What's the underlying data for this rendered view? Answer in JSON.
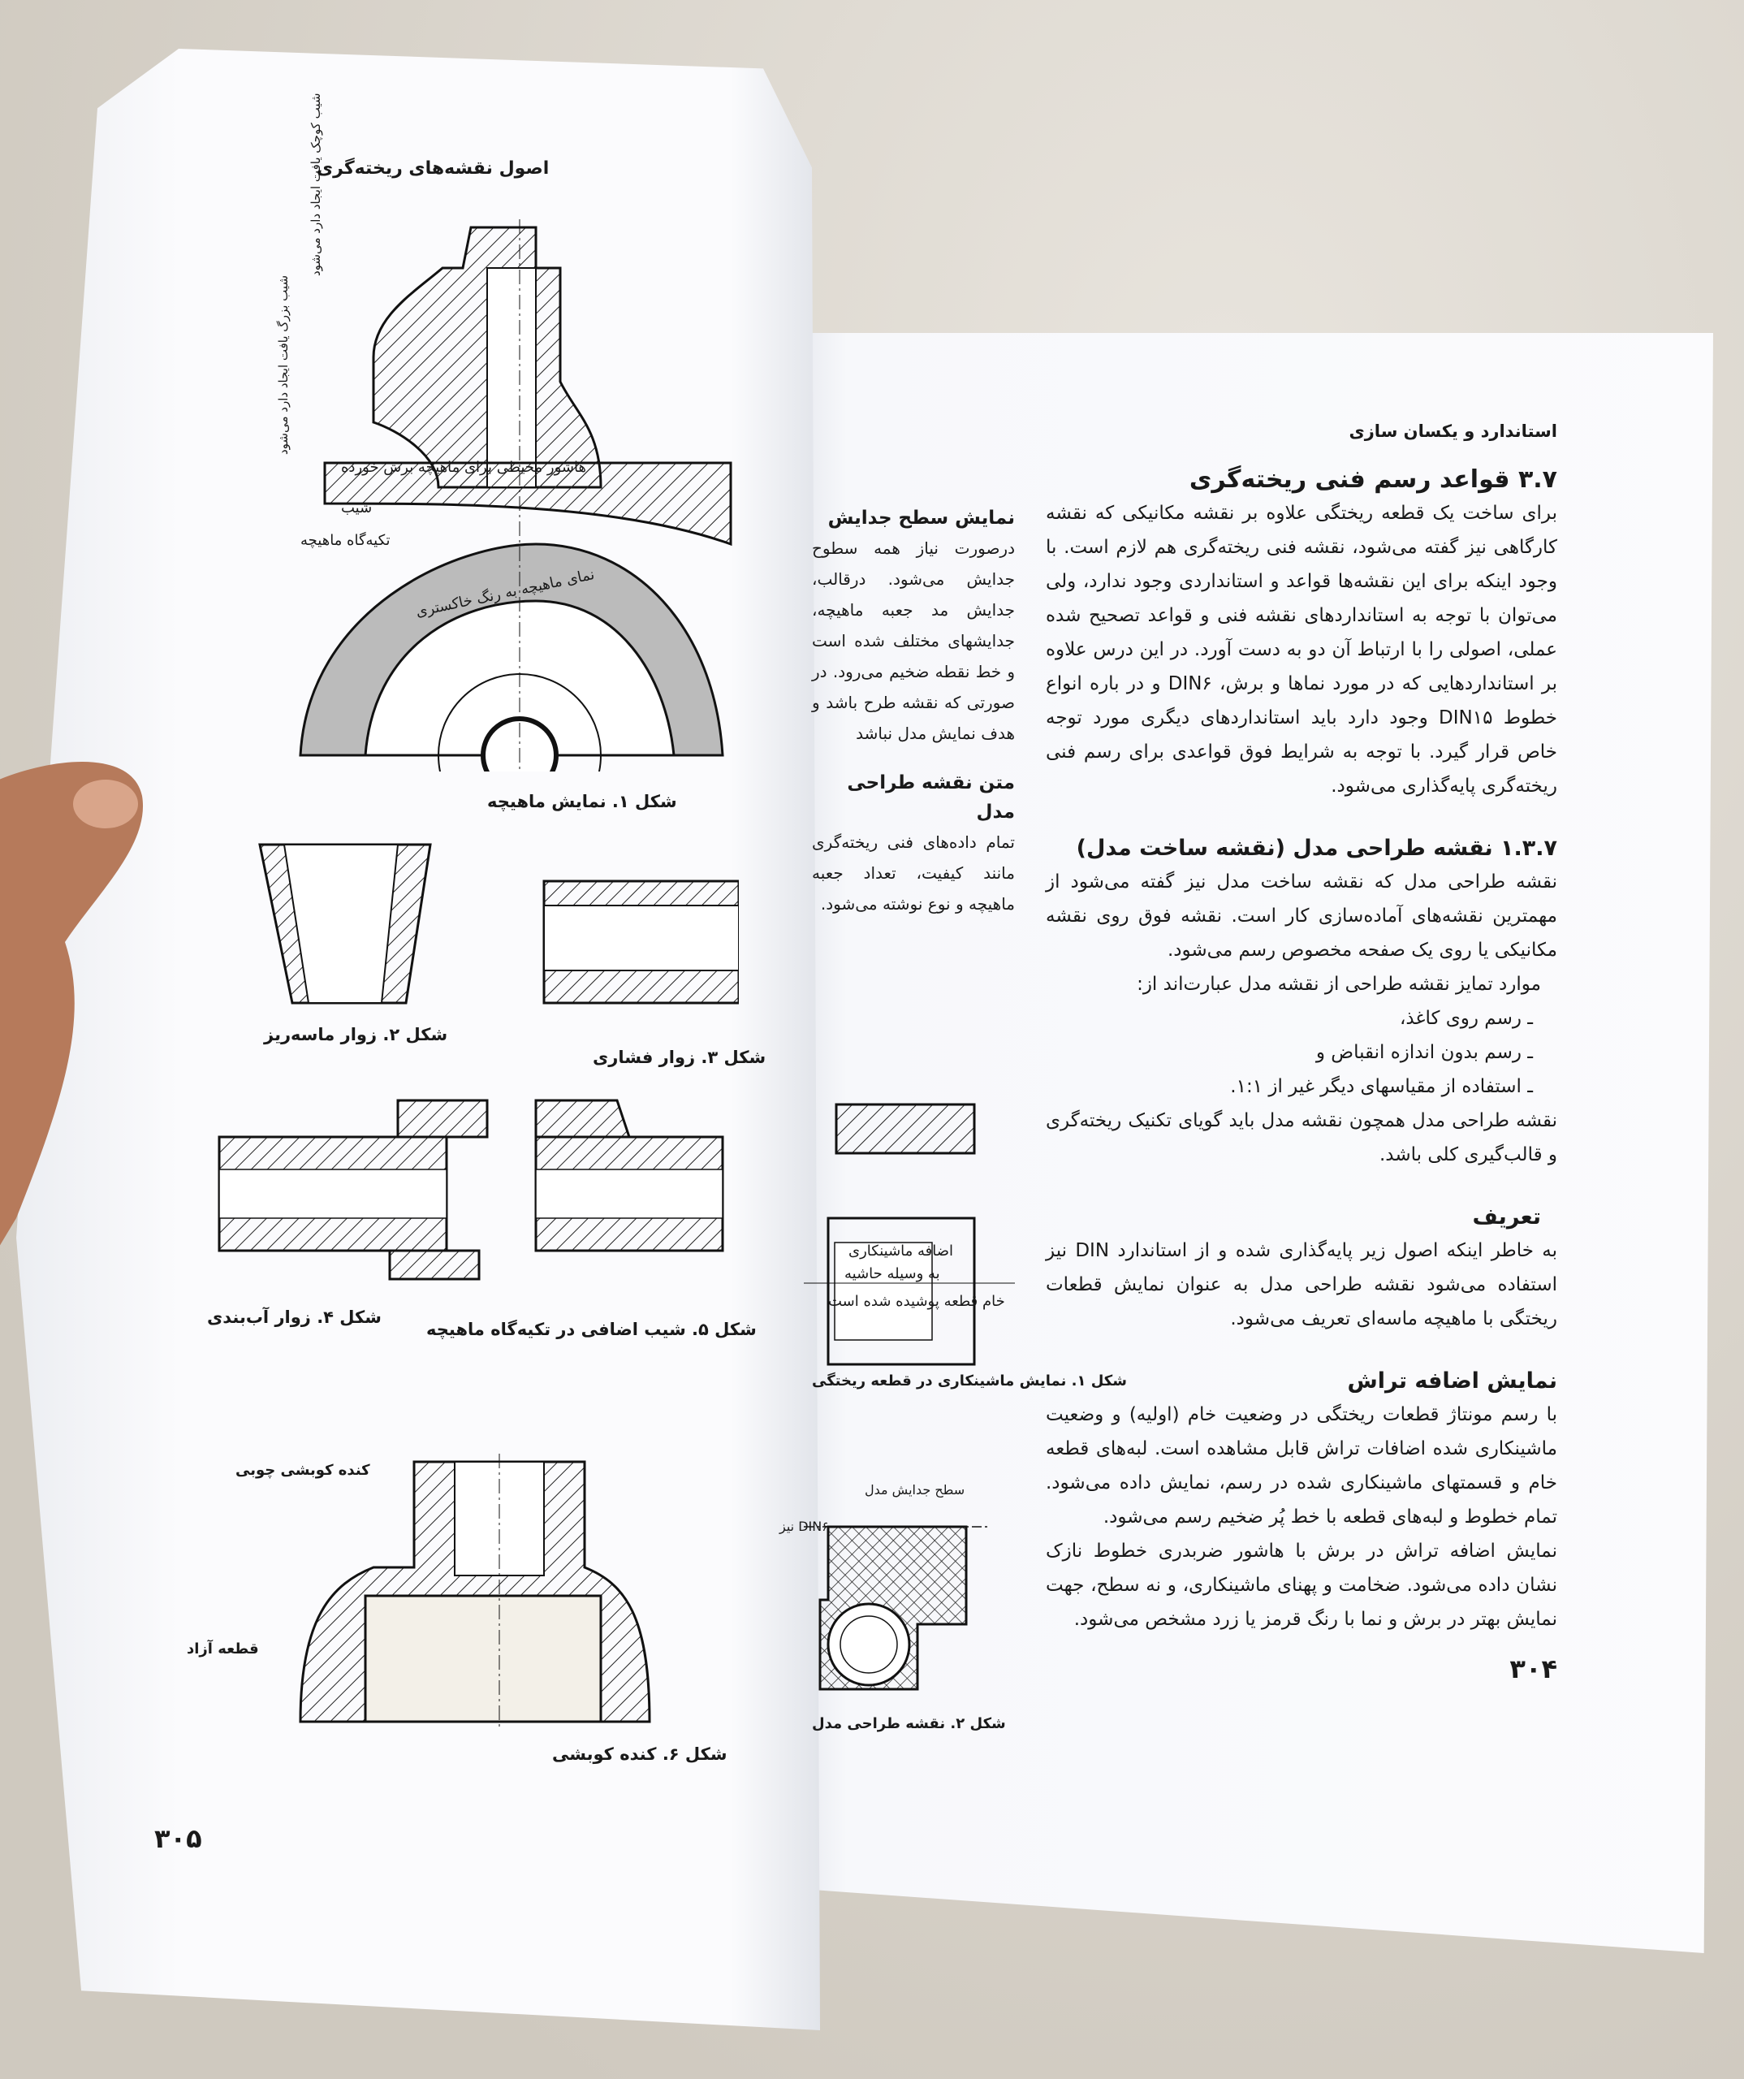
{
  "right_page": {
    "header": "استاندارد و یکسان سازی",
    "section_title": "۳.۷ قواعد رسم فنی ریخته‌گری",
    "intro": "برای ساخت یک قطعه ریختگی علاوه بر نقشه مکانیکی که نقشه کارگاهی نیز گفته می‌شود، نقشه فنی ریخته‌گری هم لازم است. با وجود اینکه برای این نقشه‌ها قواعد و استانداردی وجود ندارد، ولی می‌توان با توجه به استانداردهای نقشه فنی و قواعد تصحیح شده عملی، اصولی را با ارتباط آن دو به دست آورد. در این درس علاوه بر استانداردهایی که در مورد نماها و برش، DIN۶ و در باره انواع خطوط DIN۱۵ وجود دارد باید استانداردهای دیگری مورد توجه خاص قرار گیرد. با توجه به شرایط فوق قواعدی برای رسم فنی ریخته‌گری پایه‌گذاری می‌شود.",
    "subsection_title": "۱.۳.۷ نقشه طراحی مدل (نقشه ساخت مدل)",
    "subsection_text": "نقشه طراحی مدل که نقشه ساخت مدل نیز گفته می‌شود از مهمترین نقشه‌های آماده‌سازی کار است. نقشه فوق روی نقشه مکانیکی یا روی یک صفحه مخصوص رسم می‌شود.",
    "differences_intro": "موارد تمایز نقشه طراحی از نقشه مدل عبارت‌اند از:",
    "differences": [
      "ـ رسم روی کاغذ،",
      "ـ رسم بدون اندازه انقباض و",
      "ـ استفاده از مقیاسهای دیگر غیر از ۱:۱."
    ],
    "differences_outro": "نقشه طراحی مدل همچون نقشه مدل باید گویای تکنیک ریخته‌گری و قالب‌گیری کلی باشد.",
    "definition_title": "تعریف",
    "definition_text": "به خاطر اینکه اصول زیر پایه‌گذاری شده و از استاندارد DIN نیز استفاده می‌شود نقشه طراحی مدل به عنوان نمایش قطعات ریختگی با ماهیچه ماسه‌ای تعریف می‌شود.",
    "machining_title": "نمایش اضافه تراش",
    "machining_p1": "با رسم مونتاژ قطعات ریختگی در وضعیت خام (اولیه) و وضعیت ماشینکاری شده اضافات تراش قابل مشاهده است. لبه‌های قطعه خام و قسمتهای ماشینکاری شده در رسم، نمایش داده می‌شود. تمام خطوط و لبه‌های قطعه با خط پُر ضخیم رسم می‌شود.",
    "machining_p2": "نمایش اضافه تراش در برش با هاشور ضربدری خطوط نازک نشان داده می‌شود. ضخامت و پهنای ماشینکاری، و نه سطح، جهت نمایش بهتر در برش و نما با رنگ قرمز یا زرد مشخص می‌شود.",
    "page_number": "۳۰۴",
    "side_column": {
      "parting_title": "نمایش سطح جدایش",
      "parting_text": "درصورت نیاز همه سطوح جدایش می‌شود. درقالب، جدایش مد جعبه ماهیچه، جدایشهای مختلف شده است و خط نقطه ضخیم می‌رود. در صورتی که نقشه طرح باشد و هدف نمایش مدل نباشد",
      "text_title": "متن نقشه طراحی مدل",
      "text_body": "تمام داده‌های فنی ریخته‌گری مانند کیفیت، تعداد جعبه ماهیچه و نوع نوشته می‌شود."
    },
    "figure1": {
      "labels": [
        "اضافه ماشینکاری",
        "به وسیله حاشیه",
        "خام قطعه پوشیده شده است"
      ],
      "caption": "شکل ۱. نمایش ماشینکاری در قطعه ریختگی"
    },
    "figure2": {
      "label": "سطح جدایش مدل",
      "din": "DIN۶ نیز",
      "caption": "شکل ۲. نقشه طراحی مدل"
    }
  },
  "left_page": {
    "header": "اصول نقشه‌های ریخته‌گری",
    "figure1": {
      "labels": [
        "هاشور محیطی برای ماهیچه برش خورده",
        "شیب",
        "تکیه‌گاه ماهیچه",
        "نمای ماهیچه به رنگ خاکستری",
        "شیب کوچک یافت ایجاد دارد می‌شود",
        "شیب بزرگ یافت ایجاد دارد می‌شود"
      ],
      "caption": "شکل ۱. نمایش ماهیچه"
    },
    "figure2_caption": "شکل ۲. زوار ماسه‌ریز",
    "figure3_caption": "شکل ۳. زوار فشاری",
    "figure4_caption": "شکل ۴. زوار آب‌بندی",
    "figure5_caption": "شکل ۵. شیب اضافی در تکیه‌گاه ماهیچه",
    "figure6": {
      "labels": [
        "کنده کوبشی چوبی",
        "قطعه آزاد"
      ],
      "caption": "شکل ۶. کنده کوبشی"
    },
    "page_number": "۳۰۵"
  }
}
